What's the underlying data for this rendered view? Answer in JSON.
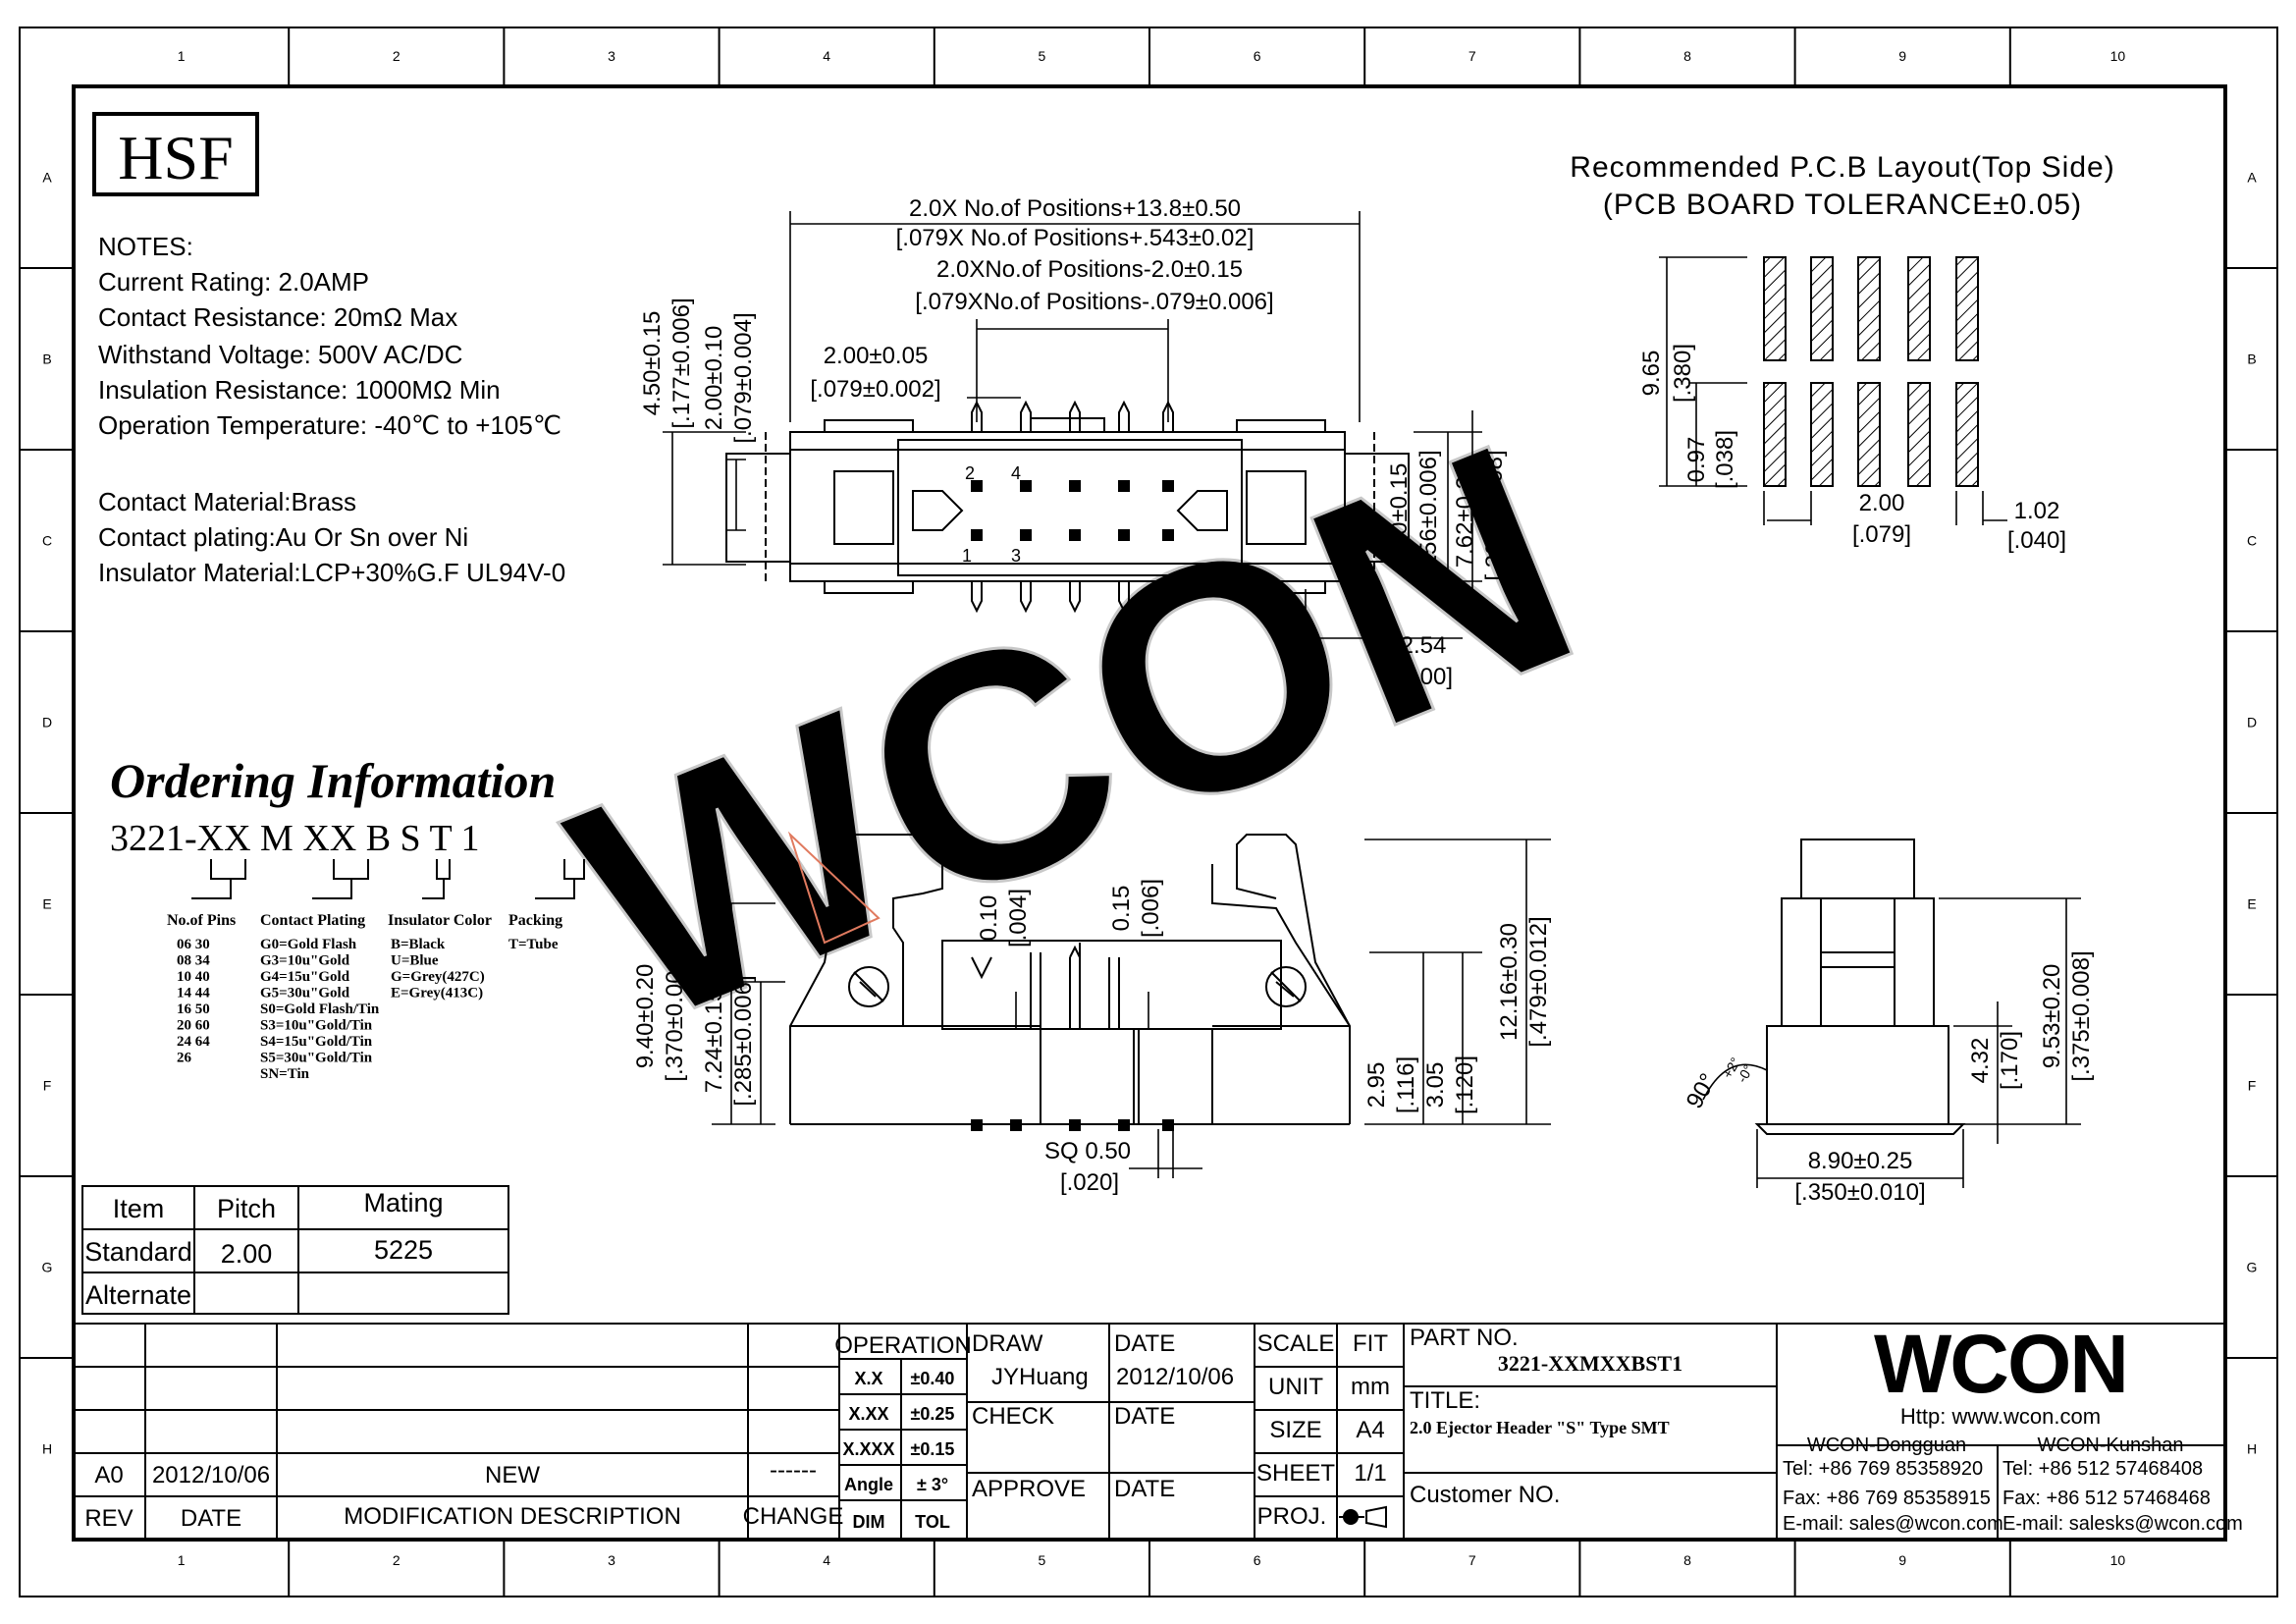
{
  "logo": "HSF",
  "notes": {
    "heading": "NOTES:",
    "lines": [
      "Current Rating: 2.0AMP",
      "Contact Resistance: 20mΩ Max",
      "Withstand Voltage: 500V AC/DC",
      "Insulation Resistance: 1000MΩ Min",
      "Operation Temperature: -40℃ to +105℃"
    ],
    "materials": [
      "Contact Material:Brass",
      "Contact plating:Au Or Sn over Ni",
      "Insulator Material:LCP+30%G.F UL94V-0"
    ]
  },
  "ordering": {
    "title": "Ordering Information",
    "code": "3221-XX M XX B S T 1",
    "col_pins": {
      "title": "No.of Pins",
      "values": [
        "06 30",
        "08 34",
        "10 40",
        "14 44",
        "16 50",
        "20 60",
        "24 64",
        "26"
      ]
    },
    "col_plating": {
      "title": "Contact Plating",
      "values": [
        "G0=Gold Flash",
        "G3=10u\"Gold",
        "G4=15u\"Gold",
        "G5=30u\"Gold",
        "S0=Gold Flash/Tin",
        "S3=10u\"Gold/Tin",
        "S4=15u\"Gold/Tin",
        "S5=30u\"Gold/Tin",
        "SN=Tin"
      ]
    },
    "col_color": {
      "title": "Insulator Color",
      "values": [
        "B=Black",
        "U=Blue",
        "G=Grey(427C)",
        "E=Grey(413C)"
      ]
    },
    "col_packing": {
      "title": "Packing",
      "values": [
        "T=Tube"
      ]
    }
  },
  "mating_table": {
    "headers": [
      "Item",
      "Pitch",
      "Mating"
    ],
    "rows": [
      [
        "Standard",
        "2.00",
        "5225"
      ],
      [
        "Alternate",
        "",
        ""
      ]
    ]
  },
  "pcb": {
    "title1": "Recommended P.C.B Layout(Top Side)",
    "title2": "(PCB BOARD TOLERANCE±0.05)",
    "dims": [
      "9.65",
      "[.380]",
      "0.97",
      "[.038]",
      "2.00",
      "[.079]",
      "1.02",
      "[.040]"
    ]
  },
  "top_view_dims": [
    "2.0X No.of Positions+13.8±0.50",
    "[.079X No.of Positions+.543±0.02]",
    "2.0XNo.of Positions-2.0±0.15",
    "[.079XNo.of Positions-.079±0.006]",
    "2.00±0.05",
    "[.079±0.002]",
    "4.50±0.15",
    "[.177±0.006]",
    "2.00±0.10",
    "[.079±0.004]",
    "6.50±0.15",
    "[.256±0.006]",
    "7.62±0.20",
    "[.300±0.008]",
    "2.54",
    "[.100]"
  ],
  "pin_labels": [
    "2",
    "4",
    "1",
    "3"
  ],
  "front_view_dims": [
    "9.40±0.20",
    "[.370±0.008]",
    "7.24±0.15",
    "[.285±0.006]",
    "0.10",
    "[.004]",
    "0.15",
    "[.006]",
    "12.16±0.30",
    "[.479±0.012]",
    "2.95",
    "[.116]",
    "3.05",
    "[.120]",
    "SQ 0.50",
    "[.020]"
  ],
  "side_view_dims": [
    "90°",
    "+2°",
    "-0°",
    "9.53±0.20",
    "[.375±0.008]",
    "4.32",
    "[.170]",
    "8.90±0.25",
    "[.350±0.010]"
  ],
  "watermark": "WCON",
  "grid": {
    "cols": [
      "1",
      "2",
      "3",
      "4",
      "5",
      "6",
      "7",
      "8",
      "9",
      "10"
    ],
    "rows": [
      "A",
      "B",
      "C",
      "D",
      "E",
      "F",
      "G",
      "H"
    ]
  },
  "title_block": {
    "rev_row": {
      "rev": "A0",
      "date": "2012/10/06",
      "desc": "NEW",
      "change": "------"
    },
    "rev_header": {
      "rev": "REV",
      "date": "DATE",
      "desc": "MODIFICATION DESCRIPTION",
      "change": "CHANGE"
    },
    "operation": "OPERATION",
    "tolerances": [
      [
        "X.X",
        "±0.40"
      ],
      [
        "X.XX",
        "±0.25"
      ],
      [
        "X.XXX",
        "±0.15"
      ],
      [
        "Angle",
        "± 3°"
      ]
    ],
    "dim_label": "DIM",
    "tol_label": "TOL",
    "draw_label": "DRAW",
    "draw_name": "JYHuang",
    "date_label": "DATE",
    "draw_date": "2012/10/06",
    "check_label": "CHECK",
    "check_date_label": "DATE",
    "approve_label": "APPROVE",
    "approve_date_label": "DATE",
    "scale_label": "SCALE",
    "scale_value": "FIT",
    "unit_label": "UNIT",
    "unit_value": "mm",
    "size_label": "SIZE",
    "size_value": "A4",
    "sheet_label": "SHEET",
    "sheet_value": "1/1",
    "proj_label": "PROJ.",
    "part_no_label": "PART NO.",
    "part_no": "3221-XXMXXBST1",
    "title_label": "TITLE:",
    "title": "2.0 Ejector Header \"S\" Type SMT",
    "customer_label": "Customer NO.",
    "company": "WCON",
    "http": "Http: www.wcon.com",
    "office1": {
      "name": "WCON-Dongguan",
      "tel": "Tel: +86 769 85358920",
      "fax": "Fax: +86 769 85358915",
      "email": "E-mail: sales@wcon.com"
    },
    "office2": {
      "name": "WCON-Kunshan",
      "tel": "Tel: +86 512 57468408",
      "fax": "Fax: +86 512 57468468",
      "email": "E-mail: salesks@wcon.com"
    }
  },
  "colors": {
    "line": "#000000",
    "watermark": "#c8c8c8",
    "accent": "#e07a5f"
  }
}
